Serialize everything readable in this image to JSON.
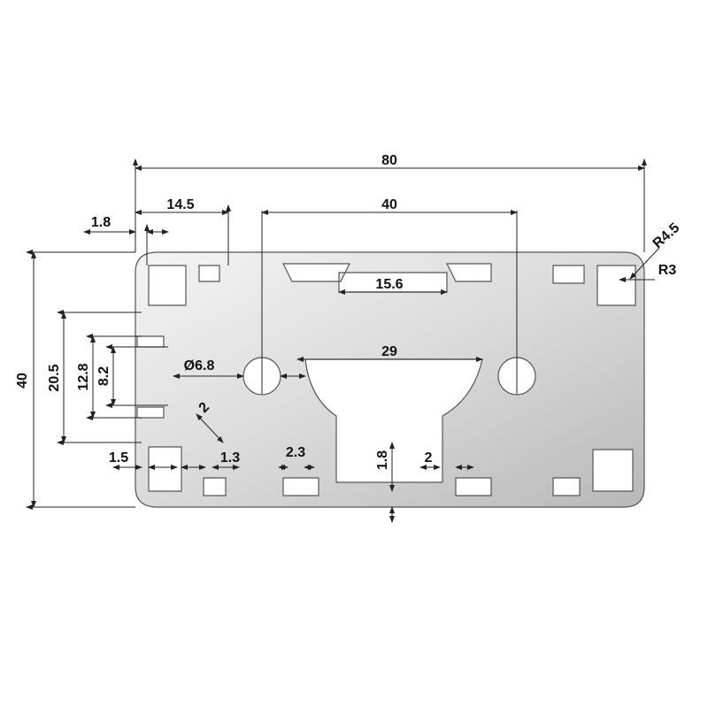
{
  "colors": {
    "profile_light": "#f2f2f2",
    "profile_dark": "#bdbdbd",
    "outline": "#555555",
    "dimension": "#222222"
  },
  "dimensions": {
    "overall_width": "80",
    "overall_height": "40",
    "slot_pitch": "40",
    "corner_width": "14.5",
    "wall_1_8_top": "1.8",
    "radius_outer": "R4.5",
    "radius_inner": "R3",
    "inner_width_15_6": "15.6",
    "inner_width_29": "29",
    "hole_diameter": "Ø6.8",
    "slot_20_5": "20.5",
    "slot_12_8": "12.8",
    "slot_8_2": "8.2",
    "diag_2": "2",
    "wall_1_5": "1.5",
    "wall_1_3": "1.3",
    "wall_2_3": "2.3",
    "wall_1_8_bottom": "1.8",
    "wall_2": "2"
  }
}
